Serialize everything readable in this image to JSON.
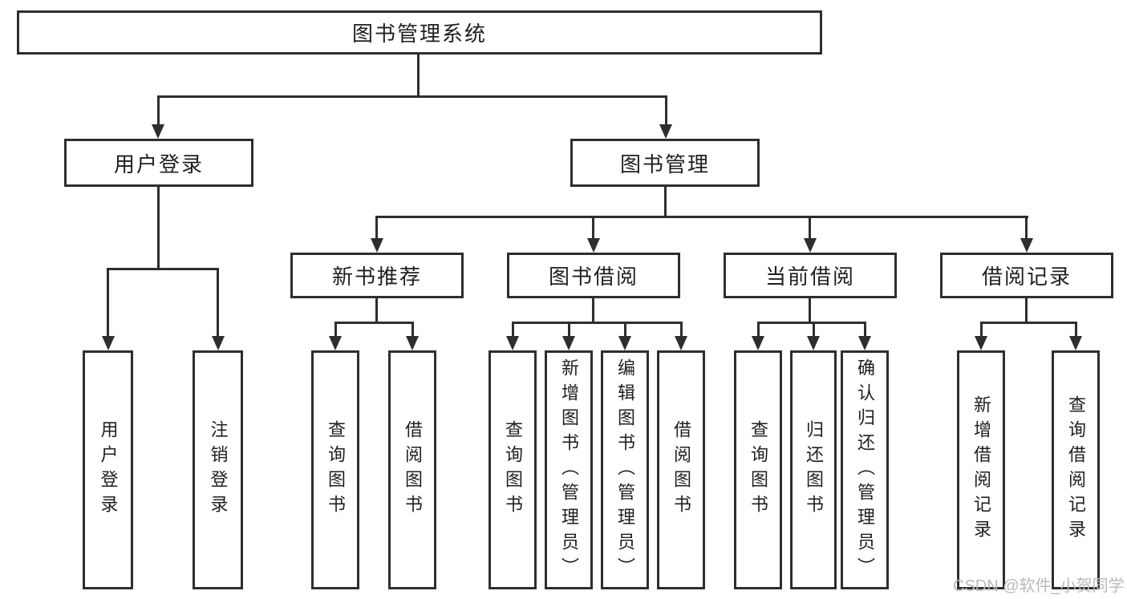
{
  "diagram": {
    "title": "图书管理系统",
    "branches": [
      {
        "label": "用户登录",
        "children": [
          {
            "label": "用户登录"
          },
          {
            "label": "注销登录"
          }
        ]
      },
      {
        "label": "图书管理",
        "children": [
          {
            "label": "新书推荐",
            "children": [
              {
                "label": "查询图书"
              },
              {
                "label": "借阅图书"
              }
            ]
          },
          {
            "label": "图书借阅",
            "children": [
              {
                "label": "查询图书"
              },
              {
                "label": "新增图书（管理员）"
              },
              {
                "label": "编辑图书（管理员）"
              },
              {
                "label": "借阅图书"
              }
            ]
          },
          {
            "label": "当前借阅",
            "children": [
              {
                "label": "查询图书"
              },
              {
                "label": "归还图书"
              },
              {
                "label": "确认归还（管理员）"
              }
            ]
          },
          {
            "label": "借阅记录",
            "children": [
              {
                "label": "新增借阅记录"
              },
              {
                "label": "查询借阅记录"
              }
            ]
          }
        ]
      }
    ]
  },
  "watermark": {
    "text": "CSDN @软件_小贺同学"
  },
  "colors": {
    "line": "#2e2e2e",
    "text": "#1f1f1f",
    "watermark": "#b9b9b9",
    "background": "#ffffff"
  }
}
